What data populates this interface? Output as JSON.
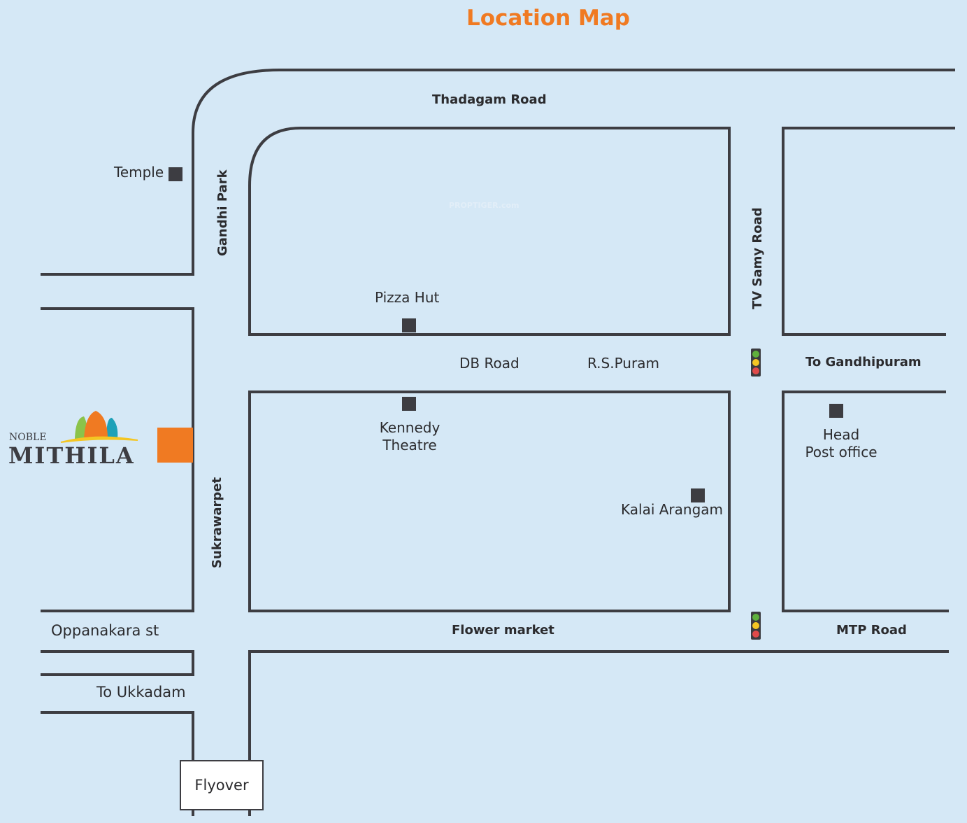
{
  "title": "Location Map",
  "watermark": "PROPTIGER.com",
  "logo": {
    "line1": "NOBLE",
    "line2": "MITHILA"
  },
  "roads": {
    "thadagam": "Thadagam Road",
    "gandhi_park": "Gandhi Park",
    "tv_samy": "TV Samy Road",
    "db_road": "DB Road",
    "rs_puram": "R.S.Puram",
    "to_gandhipuram": "To  Gandhipuram",
    "sukrawarpet": "Sukrawarpet",
    "oppanakara": "Oppanakara st",
    "flower_market": "Flower market",
    "mtp_road": "MTP Road",
    "to_ukkadam": "To Ukkadam",
    "flyover": "Flyover"
  },
  "landmarks": {
    "temple": "Temple",
    "pizza_hut": "Pizza Hut",
    "kennedy_1": "Kennedy",
    "kennedy_2": "Theatre",
    "kalai": "Kalai Arangam",
    "head_1": "Head",
    "head_2": "Post office"
  },
  "colors": {
    "accent": "#f07a22",
    "road": "#3d3d42",
    "background": "#d5e8f6"
  }
}
